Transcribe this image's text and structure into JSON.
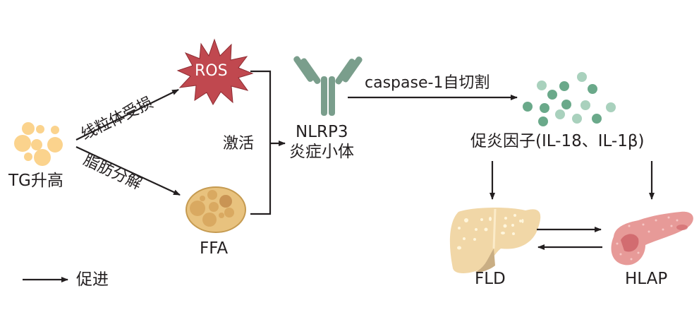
{
  "title": "NLRP3 inflammasome pathway linking TG elevation, FLD and HLAP",
  "nodes": {
    "tg": {
      "label": "TG升高",
      "color": "#fbd38d"
    },
    "ros": {
      "label": "ROS",
      "color": "#c0484f"
    },
    "ffa": {
      "label": "FFA",
      "color": "#e8c27e"
    },
    "nlrp3": {
      "label_line1": "NLRP3",
      "label_line2": "炎症小体",
      "color": "#7a9e8c"
    },
    "cytokines": {
      "label": "促炎因子(IL-18、IL-1β)",
      "color_dark": "#6aa98a",
      "color_light": "#a9d1bd"
    },
    "fld": {
      "label": "FLD",
      "color": "#f1d7a7"
    },
    "hlap": {
      "label": "HLAP",
      "color": "#e79a98"
    }
  },
  "edges": {
    "tg_to_ros": "线粒体受损",
    "tg_to_ffa": "脂肪分解",
    "activate": "激活",
    "nlrp3_to_cytokines": "caspase-1自切割"
  },
  "legend": {
    "arrow_label": "促进"
  }
}
